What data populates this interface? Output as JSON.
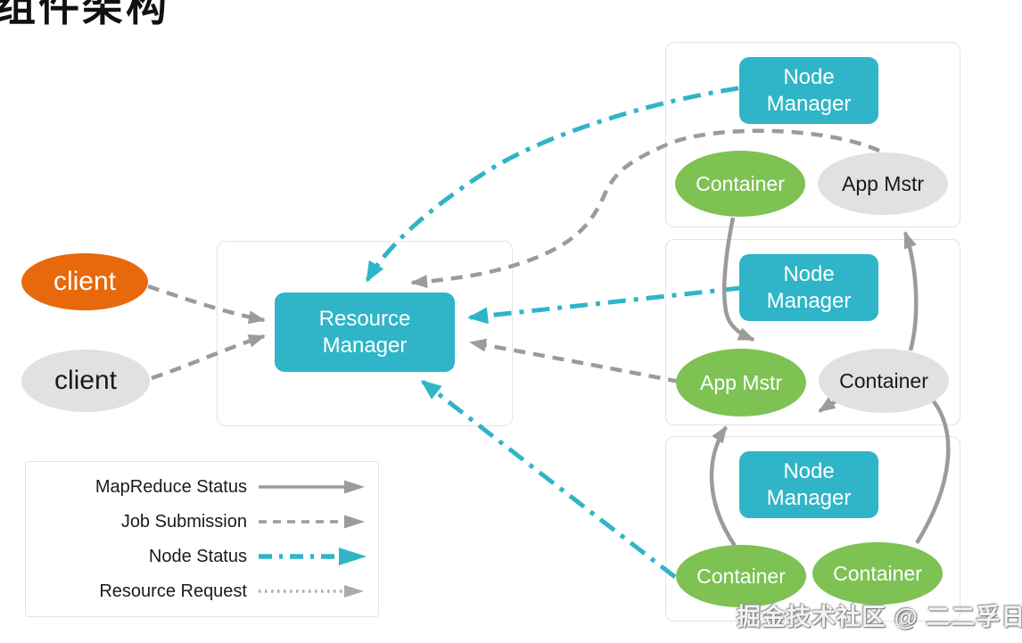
{
  "title": "组件架构",
  "watermark": "掘金技术社区 @ 二二孚日",
  "clients": [
    {
      "label": "client",
      "variant": "orange"
    },
    {
      "label": "client",
      "variant": "gray"
    }
  ],
  "resource_manager": {
    "label": "Resource Manager"
  },
  "node_groups": [
    {
      "manager": "Node Manager",
      "left_node": "Container",
      "left_variant": "green",
      "right_node": "App Mstr",
      "right_variant": "gray"
    },
    {
      "manager": "Node Manager",
      "left_node": "App Mstr",
      "left_variant": "green",
      "right_node": "Container",
      "right_variant": "gray"
    },
    {
      "manager": "Node Manager",
      "left_node": "Container",
      "left_variant": "green",
      "right_node": "Container",
      "right_variant": "green"
    }
  ],
  "legend": [
    {
      "label": "MapReduce Status",
      "line_style": "solid"
    },
    {
      "label": "Job Submission",
      "line_style": "dashed"
    },
    {
      "label": "Node Status",
      "line_style": "dash-dot"
    },
    {
      "label": "Resource Request",
      "line_style": "dotted"
    }
  ],
  "colors": {
    "teal": "#2FB5C7",
    "green": "#7DC253",
    "orange": "#E8690B",
    "gray_node": "#E1E1E1",
    "arrow_gray": "#9B9B9B",
    "box_border": "#E3E3E3"
  }
}
